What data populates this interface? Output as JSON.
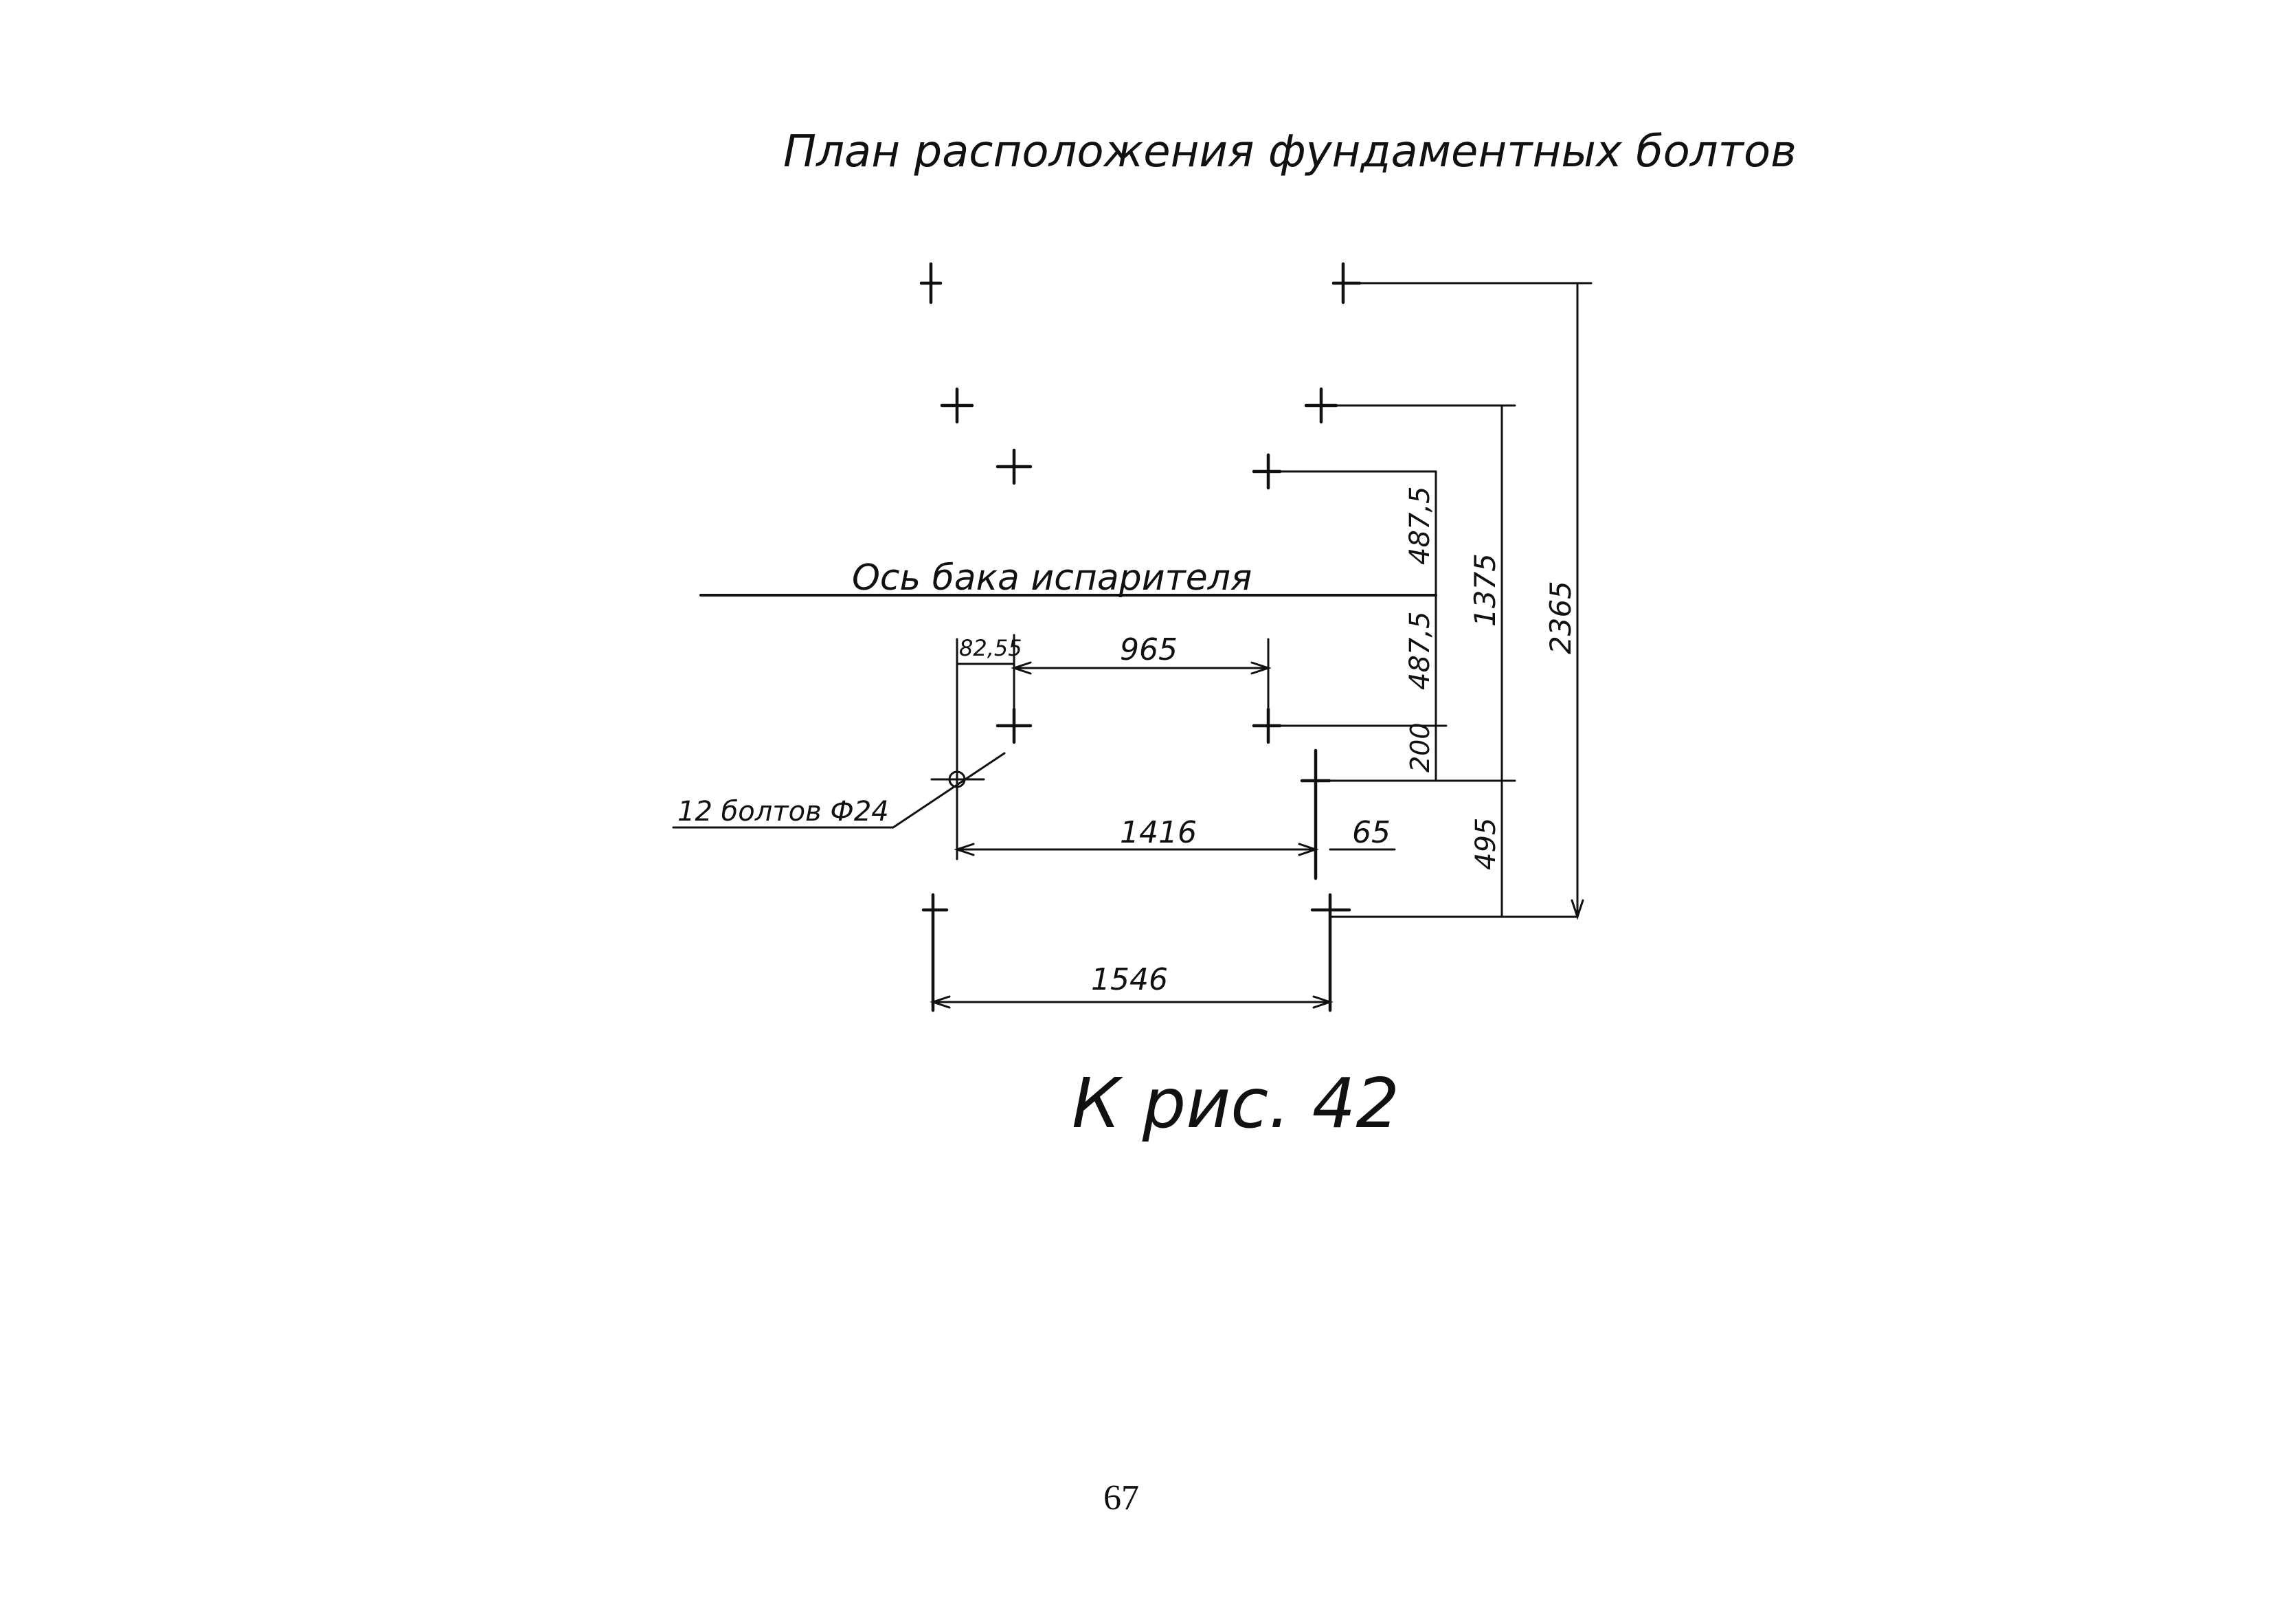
{
  "page": {
    "title": "План расположения фундаментных болтов",
    "axis_label": "Ось бака испарителя",
    "bolts_label": "12 болтов Ф24",
    "caption": "К рис. 42",
    "page_number": "67"
  },
  "dimensions": {
    "d_8255": "82,55",
    "d_965": "965",
    "d_1416": "1416",
    "d_65": "65",
    "d_1546": "1546",
    "d_4875_upper": "487,5",
    "d_4875_lower": "487,5",
    "d_200": "200",
    "d_1375": "1375",
    "d_495": "495",
    "d_2365": "2365"
  },
  "colors": {
    "ink": "#111111",
    "paper": "#ffffff"
  }
}
